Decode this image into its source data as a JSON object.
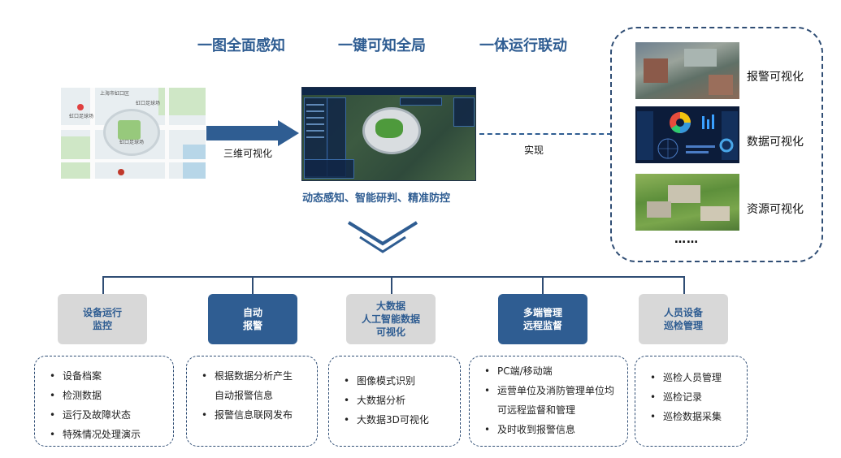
{
  "slogans": [
    "一图全面感知",
    "一键可知全局",
    "一体运行联动"
  ],
  "map": {
    "labels": [
      "上海市虹口区",
      "虹口足球场",
      "虹口足球场",
      "虹口足球场"
    ]
  },
  "arrow_label": "三维可视化",
  "dashboard": {
    "caption": "动态感知、智能研判、精准防控"
  },
  "connector_label": "实现",
  "visualizations": [
    {
      "label": "报警可视化"
    },
    {
      "label": "数据可视化"
    },
    {
      "label": "资源可视化"
    }
  ],
  "ellipsis": "……",
  "categories": [
    {
      "lines": [
        "设备运行",
        "监控"
      ],
      "style": "grey",
      "items": [
        "设备档案",
        "检测数据",
        "运行及故障状态",
        "特殊情况处理演示"
      ]
    },
    {
      "lines": [
        "自动",
        "报警"
      ],
      "style": "blue",
      "items": [
        "根据数据分析产生",
        "自动报警信息",
        "报警信息联网发布"
      ],
      "continuation": [
        1
      ]
    },
    {
      "lines": [
        "大数据",
        "人工智能数据",
        "可视化"
      ],
      "style": "grey",
      "items": [
        "图像模式识别",
        "大数据分析",
        "大数据3D可视化"
      ]
    },
    {
      "lines": [
        "多端管理",
        "远程监督"
      ],
      "style": "blue",
      "items": [
        "PC端/移动端",
        "运营单位及消防管理单位均",
        "可远程监督和管理",
        "及时收到报警信息"
      ],
      "continuation": [
        2
      ]
    },
    {
      "lines": [
        "人员设备",
        "巡检管理"
      ],
      "style": "grey",
      "items": [
        "巡检人员管理",
        "巡检记录",
        "巡检数据采集"
      ]
    }
  ],
  "colors": {
    "primary": "#2f5d92",
    "grey_box": "#d8d8d8",
    "dash": "#2f4d74"
  }
}
